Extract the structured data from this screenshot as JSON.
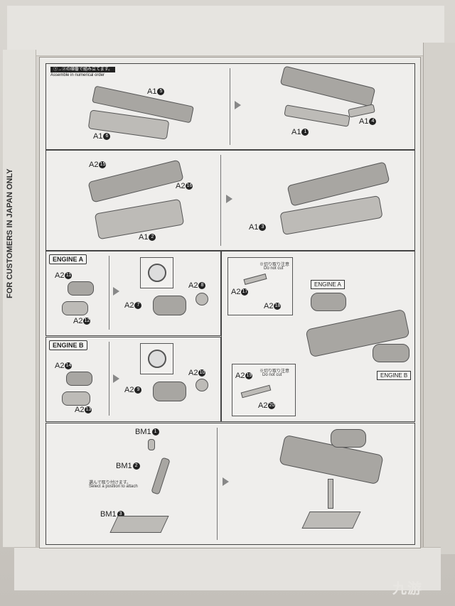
{
  "header": {
    "order_note_jp": "①→②の順番で組み立てます。",
    "order_note_en": "Assemble in numerical order"
  },
  "side_text": "FOR CUSTOMERS IN JAPAN ONLY",
  "step1": {
    "left_a": "A1",
    "left_a_num": "5",
    "left_b": "A1",
    "left_b_num": "6",
    "right_a": "A1",
    "right_a_num": "1",
    "right_b": "A1",
    "right_b_num": "4"
  },
  "step2": {
    "left_a": "A2",
    "left_a_num": "15",
    "left_b": "A2",
    "left_b_num": "16",
    "left_c": "A1",
    "left_c_num": "2",
    "right_a": "A1",
    "right_a_num": "3"
  },
  "engine_a": {
    "tag": "ENGINE A",
    "p1": "A2",
    "p1_num": "11",
    "p2": "A2",
    "p2_num": "12",
    "p3": "A2",
    "p3_num": "7",
    "p4": "A2",
    "p4_num": "8"
  },
  "engine_b": {
    "tag": "ENGINE B",
    "p1": "A2",
    "p1_num": "14",
    "p2": "A2",
    "p2_num": "13",
    "p3": "A2",
    "p3_num": "9",
    "p4": "A2",
    "p4_num": "10"
  },
  "step5": {
    "top_cut_note_jp": "※切り取り注意",
    "top_cut_note_en": "Do not cut",
    "p1": "A2",
    "p1_num": "17",
    "p2": "A2",
    "p2_num": "18",
    "bot_cut_note_jp": "※切り取り注意",
    "bot_cut_note_en": "Do not cut",
    "p3": "A2",
    "p3_num": "19",
    "p4": "A2",
    "p4_num": "20",
    "engine_a_tag": "ENGINE A",
    "engine_b_tag": "ENGINE B"
  },
  "stand": {
    "p1": "BM1",
    "p1_num": "1",
    "p2": "BM1",
    "p2_num": "2",
    "p3": "BM1",
    "p3_num": "3",
    "select_jp": "選んで取り付けます。",
    "select_en": "Select a position to attach"
  },
  "watermark": "九游"
}
